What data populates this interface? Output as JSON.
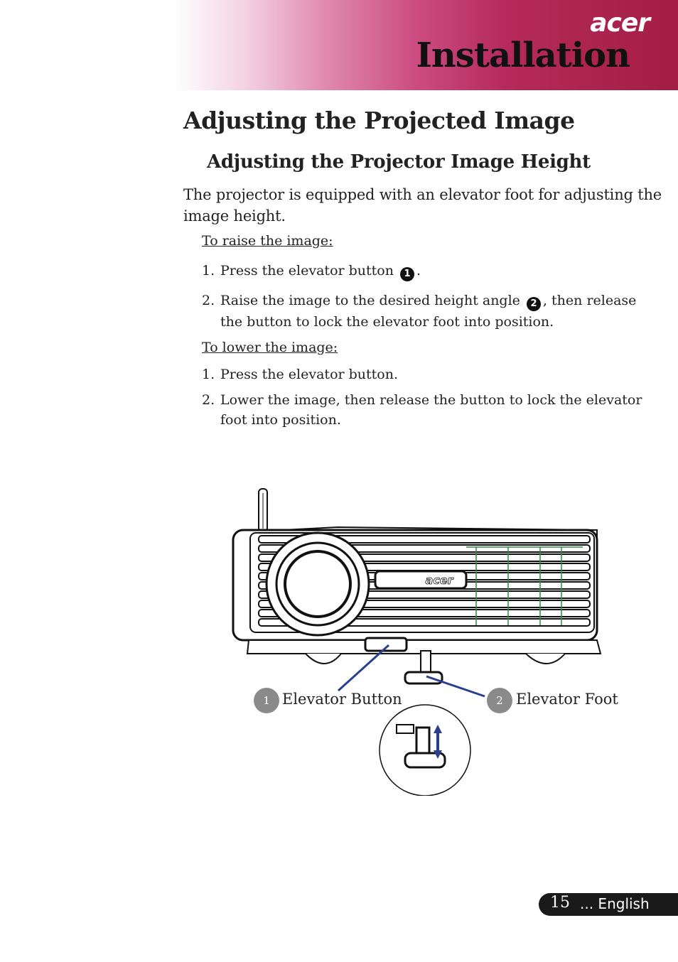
{
  "header": {
    "brand": "acer",
    "section_title": "Installation"
  },
  "page_heading": "Adjusting the Projected Image",
  "sub_heading": "Adjusting the Projector Image Height",
  "intro": "The projector is equipped with an elevator foot for adjusting the image height.",
  "raise": {
    "label": "To raise the image:",
    "step1": {
      "num": "1.",
      "text": "Press the elevator button",
      "marker": "1",
      "after": "."
    },
    "step2": {
      "num": "2.",
      "text_before": "Raise the image to the desired height angle",
      "marker": "2",
      "text_after": ", then release",
      "continuation": "the button to lock the elevator foot into position."
    }
  },
  "lower": {
    "label": "To lower the image:",
    "step1": {
      "num": "1.",
      "text": "Press the elevator button."
    },
    "step2": {
      "num": "2.",
      "text": "Lower the image, then release the button to lock the elevator",
      "continuation": "foot into position."
    }
  },
  "figure": {
    "device_logo": "acer",
    "callout1": {
      "num": "1",
      "label": "Elevator Button"
    },
    "callout2": {
      "num": "2",
      "label": "Elevator Foot"
    },
    "line_color": "#2b3f8f"
  },
  "footer": {
    "page_number": "15",
    "language": "... English"
  }
}
